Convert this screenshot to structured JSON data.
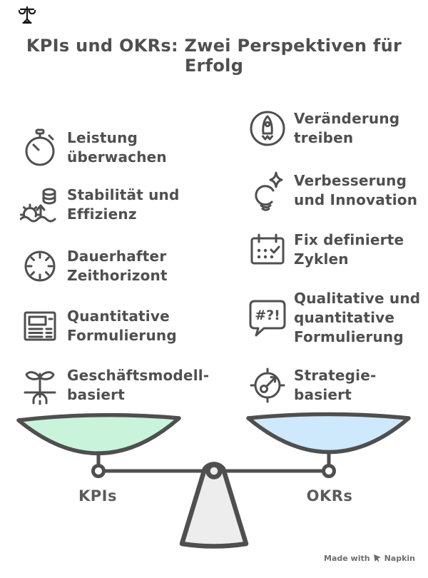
{
  "title": "KPIs und OKRs: Zwei Perspektiven für\nErfolg",
  "colors": {
    "ink": "#4f4f4f",
    "label": "#5c5c5c",
    "header_ink": "#161616",
    "footer_ink": "#6e6e6e",
    "left_pan_fill": "#c9f3db",
    "right_pan_fill": "#cfe9fc",
    "fulcrum_fill": "#ededed"
  },
  "left_column": {
    "label": "KPIs",
    "items": [
      {
        "icon": "stopwatch-icon",
        "text": "Leistung\nüberwachen"
      },
      {
        "icon": "gear-coins-icon",
        "text": "Stabilität und\nEffizienz"
      },
      {
        "icon": "clock-icon",
        "text": "Dauerhafter\nZeithorizont"
      },
      {
        "icon": "report-icon",
        "text": "Quantitative\nFormulierung"
      },
      {
        "icon": "sprout-icon",
        "text": "Geschäftsmodell-\nbasiert"
      }
    ]
  },
  "right_column": {
    "label": "OKRs",
    "items": [
      {
        "icon": "rocket-icon",
        "text": "Veränderung\ntreiben"
      },
      {
        "icon": "lightbulb-spark-icon",
        "text": "Verbesserung\nund Innovation"
      },
      {
        "icon": "calendar-icon",
        "text": "Fix definierte\nZyklen"
      },
      {
        "icon": "chat-symbols-icon",
        "text": "Qualitative und\nquantitative\nFormulierung",
        "icon_text": "#?!"
      },
      {
        "icon": "strategy-compass-icon",
        "text": "Strategie-\nbasiert"
      }
    ]
  },
  "footer": {
    "made_with": "Made with",
    "brand": "Napkin"
  }
}
